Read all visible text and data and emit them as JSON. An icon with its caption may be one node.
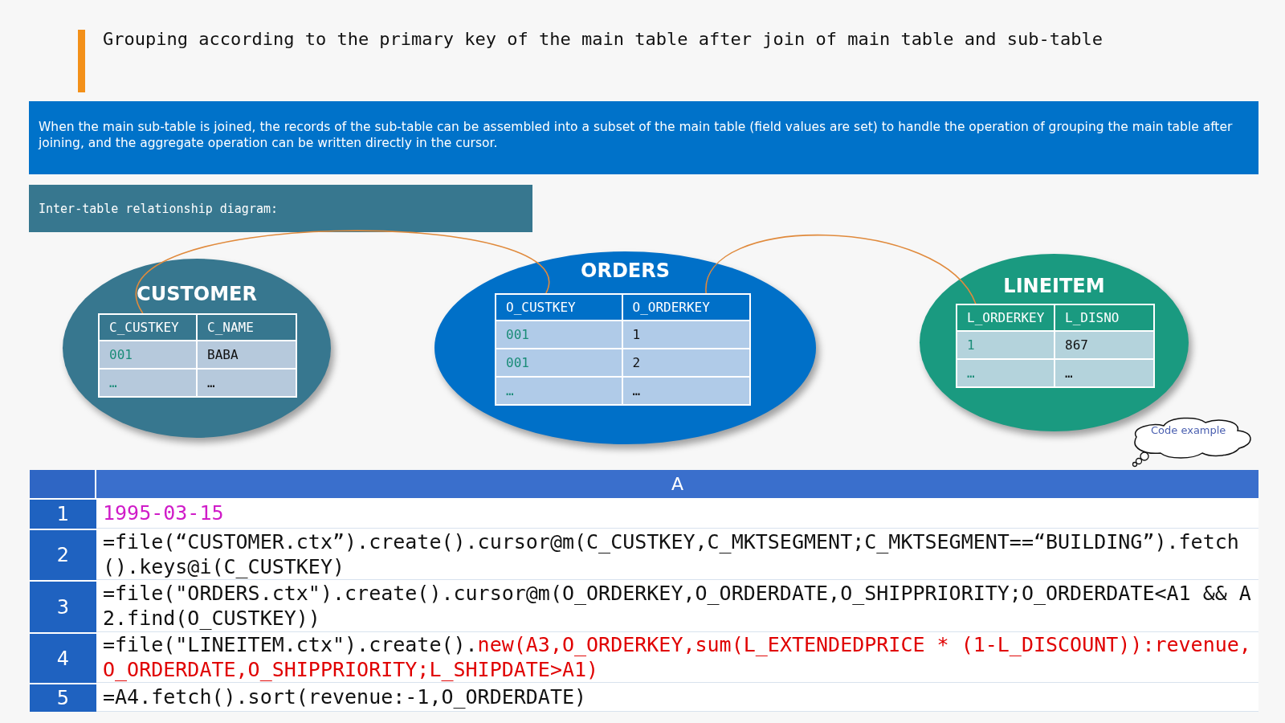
{
  "diagram": {
    "title": "Grouping according to the primary key of the main table after join of main table and sub-table",
    "nodes": [
      {
        "text": [
          "When the main sub-table is joined, the records of the sub-table can be assembled into a subset of the main table (field values are set) to handle the operation of grouping the main table after joining, and the aggregate operation can be written directly in the cursor."
        ]
      },
      {
        "text": [
          "Inter-table relationship diagram:"
        ]
      },
      {
        "text": [
          "CUSTOMER"
        ]
      },
      {
        "text": [
          "C_CUSTKEY"
        ],
        "in": 2
      },
      {
        "text": [
          "C_NAME"
        ],
        "in": 2
      },
      {
        "text": [
          "001"
        ],
        "in": 2
      },
      {
        "text": [
          "BABA"
        ],
        "in": 2
      },
      {
        "text": [
          "…"
        ],
        "in": 2
      },
      {
        "text": [
          "…"
        ],
        "in": 2
      },
      {
        "text": [
          "ORDERS"
        ]
      },
      {
        "text": [
          "O_CUSTKEY"
        ],
        "in": 9
      },
      {
        "text": [
          "O_ORDERKEY"
        ],
        "in": 9
      },
      {
        "text": [
          "001"
        ],
        "in": 9
      },
      {
        "text": [
          "1"
        ],
        "in": 9
      },
      {
        "text": [
          "001"
        ],
        "in": 9
      },
      {
        "text": [
          "2"
        ],
        "in": 9
      },
      {
        "text": [
          "…"
        ],
        "in": 9
      },
      {
        "text": [
          "…"
        ],
        "in": 9
      },
      {
        "text": [
          "LINEITEM"
        ]
      },
      {
        "text": [
          "L_ORDERKEY"
        ],
        "in": 18
      },
      {
        "text": [
          "L_DISNO"
        ],
        "in": 18
      },
      {
        "text": [
          "1"
        ],
        "in": 18
      },
      {
        "text": [
          "867"
        ],
        "in": 18
      },
      {
        "text": [
          "…"
        ],
        "in": 18
      },
      {
        "text": [
          "…"
        ],
        "in": 18
      },
      {
        "text": [
          "Code example"
        ]
      }
    ],
    "edges": [
      {
        "from": 3,
        "to": 10,
        "arrow": "none"
      },
      {
        "from": 11,
        "to": 19,
        "arrow": "none"
      }
    ],
    "labels": [
      "A",
      "1",
      "1995-03-15",
      "2",
      "=file(“CUSTOMER.ctx”).create().cursor@m(C_CUSTKEY,C_MKTSEGMENT;C_MKTSEGMENT==“BUILDING”).fetch().keys@i(C_CUSTKEY)",
      "3",
      "=file(\"ORDERS.ctx\").create().cursor@m(O_ORDERKEY,O_ORDERDATE,O_SHIPPRIORITY;O_ORDERDATE<A1 && A2.find(O_CUSTKEY))",
      "4",
      "=file(\"LINEITEM.ctx\").create().",
      "new(A3,O_ORDERKEY,sum(L_EXTENDEDPRICE * (1-L_DISCOUNT)):revenue,O_ORDERDATE,O_SHIPPRIORITY;L_SHIPDATE>A1)",
      "5",
      "=A4.fetch().sort(revenue:-1,O_ORDERDATE)"
    ]
  }
}
